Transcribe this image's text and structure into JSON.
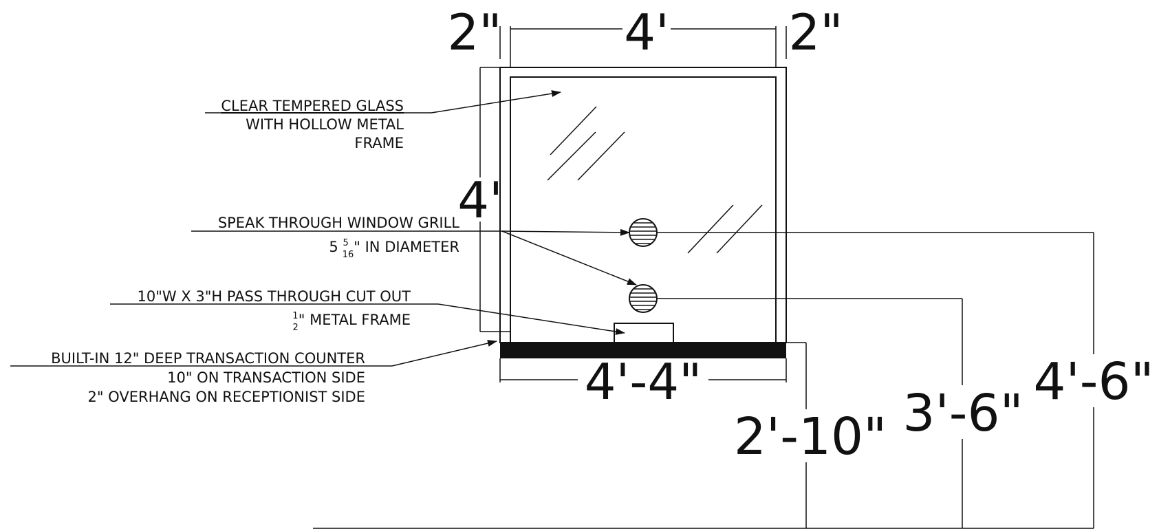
{
  "dimensions": {
    "top_left": "2\"",
    "top_center": "4'",
    "top_right": "2\"",
    "left_height": "4'",
    "bottom_width": "4'-4\"",
    "counter_height": "2'-10\"",
    "lower_grill_height": "3'-6\"",
    "upper_grill_height": "4'-6\""
  },
  "callouts": {
    "glass": {
      "line1": "CLEAR TEMPERED GLASS",
      "line2": "WITH HOLLOW METAL",
      "line3": "FRAME"
    },
    "grill": {
      "line1": "SPEAK THROUGH WINDOW GRILL",
      "line2_prefix": "5 ",
      "line2_frac_num": "5",
      "line2_frac_den": "16",
      "line2_suffix": "\" IN DIAMETER"
    },
    "pass": {
      "line1": "10\"W X 3\"H PASS THROUGH CUT OUT",
      "line2_frac_num": "1",
      "line2_frac_den": "2",
      "line2_suffix": "\" METAL FRAME"
    },
    "counter": {
      "line1": "BUILT-IN 12\" DEEP TRANSACTION COUNTER",
      "line2": "10\" ON TRANSACTION SIDE",
      "line3": "2\" OVERHANG ON RECEPTIONIST SIDE"
    }
  }
}
